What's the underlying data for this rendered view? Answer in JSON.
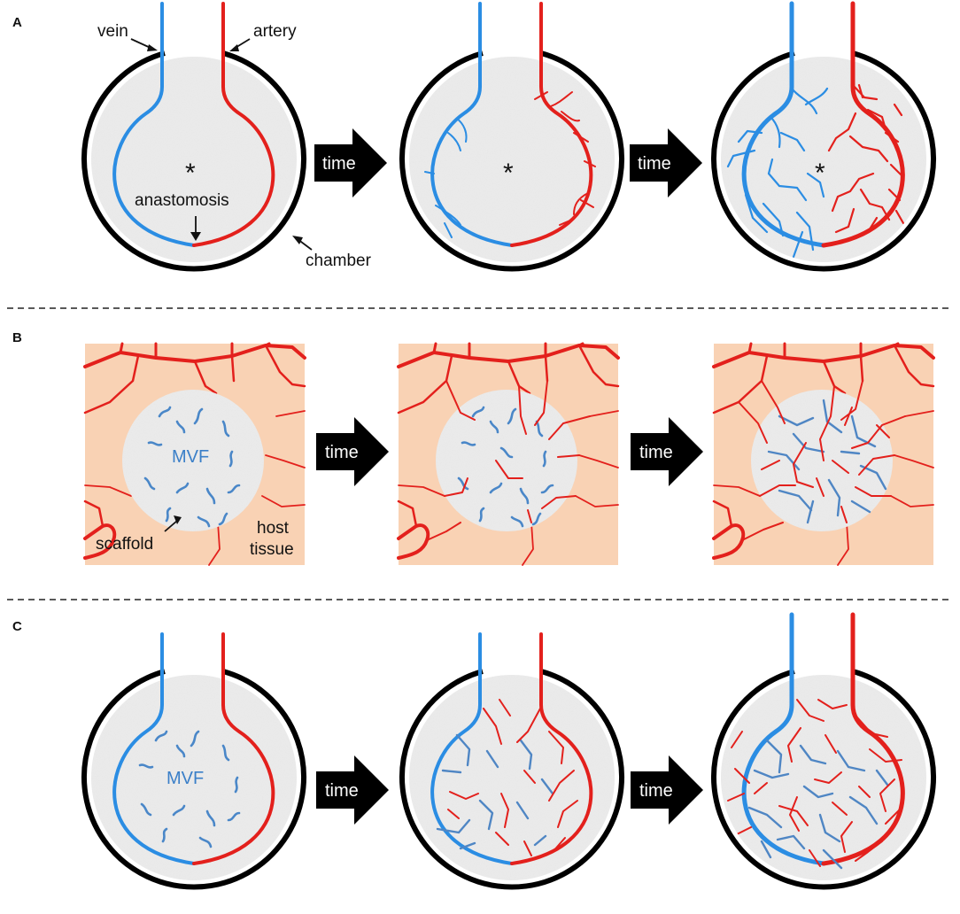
{
  "panels": [
    {
      "letter": "A"
    },
    {
      "letter": "B"
    },
    {
      "letter": "C"
    }
  ],
  "arrow_label": "time",
  "labels": {
    "vein": "vein",
    "artery": "artery",
    "anastomosis": "anastomosis",
    "chamber": "chamber",
    "mvf": "MVF",
    "scaffold": "scaffold",
    "host_line1": "host",
    "host_line2": "tissue",
    "asterisk": "*"
  },
  "colors": {
    "vein": "#2b8de3",
    "artery": "#e3201c",
    "mvf": "#4a87c8",
    "host_tissue": "#f9d2b4",
    "scaffold": "#e6e6e6",
    "chamber": "#000000"
  }
}
